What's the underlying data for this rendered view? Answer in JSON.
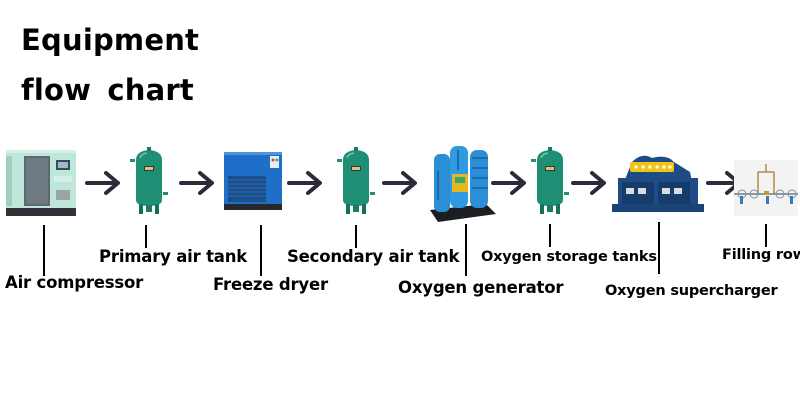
{
  "title": {
    "line1": "Equipment",
    "line2": "flow  chart"
  },
  "colors": {
    "tank_green": "#1e8f74",
    "dryer_blue": "#1f6fc8",
    "generator_blue": "#2a8fd6",
    "supercharger_navy": "#1d4c86",
    "supercharger_yellow": "#f2c418",
    "compressor_mint": "#bfe6da",
    "arrow": "#2b2c3a",
    "text": "#000000"
  },
  "flow": [
    {
      "id": "air-compressor",
      "label": "Air compressor",
      "icon": "air-compressor-icon"
    },
    {
      "id": "primary-air-tank",
      "label": "Primary air tank",
      "icon": "air-tank-icon"
    },
    {
      "id": "freeze-dryer",
      "label": "Freeze dryer",
      "icon": "freeze-dryer-icon"
    },
    {
      "id": "secondary-air-tank",
      "label": "Secondary air tank",
      "icon": "air-tank-icon"
    },
    {
      "id": "oxygen-generator",
      "label": "Oxygen generator",
      "icon": "oxygen-generator-icon"
    },
    {
      "id": "oxygen-storage-tanks",
      "label": "Oxygen storage tanks",
      "icon": "storage-tank-icon"
    },
    {
      "id": "oxygen-supercharger",
      "label": "Oxygen supercharger",
      "icon": "supercharger-icon"
    },
    {
      "id": "filling-row",
      "label": "Filling row",
      "icon": "filling-row-icon"
    }
  ]
}
